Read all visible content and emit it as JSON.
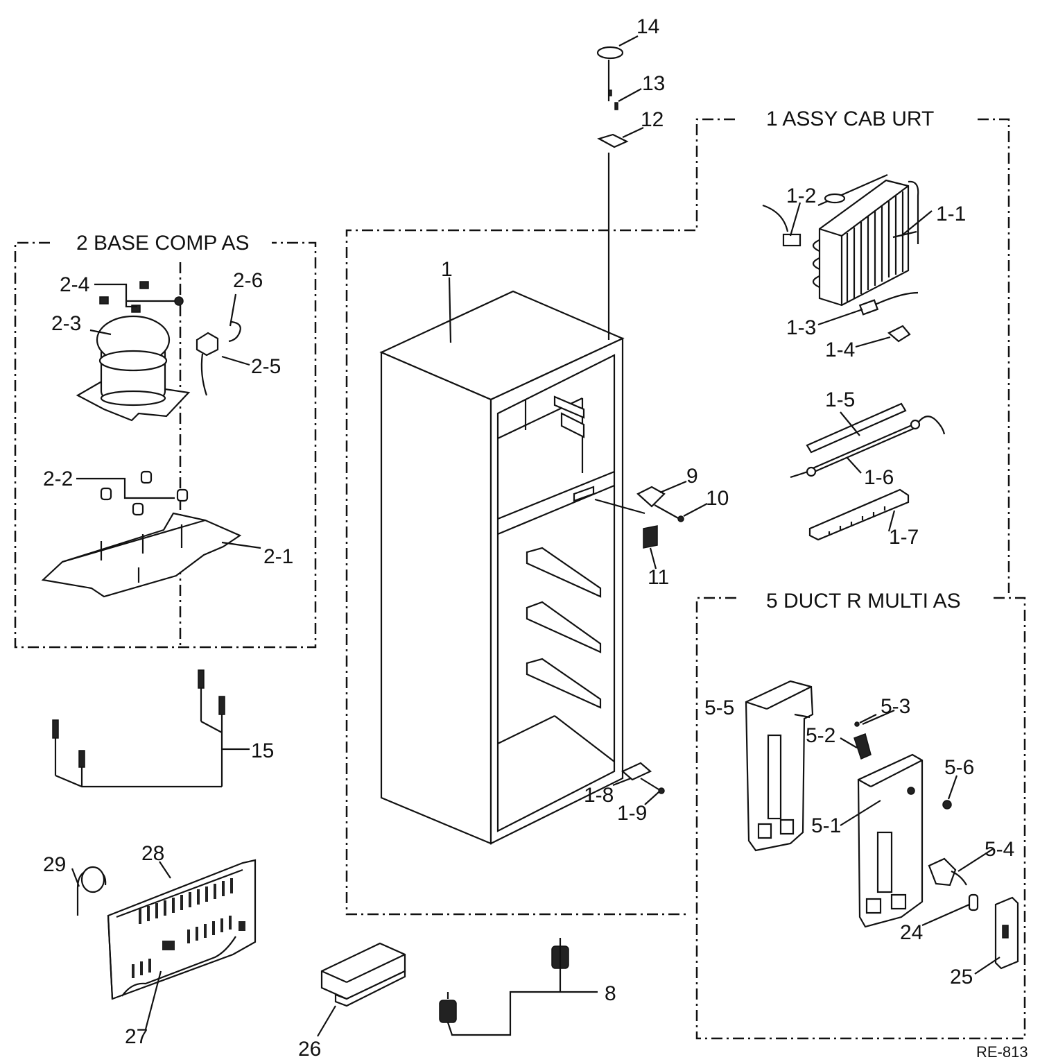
{
  "groups": {
    "cab": "1 ASSY CAB URT",
    "base": "2 BASE COMP AS",
    "duct": "5 DUCT R MULTI AS"
  },
  "labels": {
    "p1": "1",
    "p1_1": "1-1",
    "p1_2": "1-2",
    "p1_3": "1-3",
    "p1_4": "1-4",
    "p1_5": "1-5",
    "p1_6": "1-6",
    "p1_7": "1-7",
    "p1_8": "1-8",
    "p1_9": "1-9",
    "p2_1": "2-1",
    "p2_2": "2-2",
    "p2_3": "2-3",
    "p2_4": "2-4",
    "p2_5": "2-5",
    "p2_6": "2-6",
    "p5_1": "5-1",
    "p5_2": "5-2",
    "p5_3": "5-3",
    "p5_4": "5-4",
    "p5_5": "5-5",
    "p5_6": "5-6",
    "p8": "8",
    "p9": "9",
    "p10": "10",
    "p11": "11",
    "p12": "12",
    "p13": "13",
    "p14": "14",
    "p15": "15",
    "p24": "24",
    "p25": "25",
    "p26": "26",
    "p27": "27",
    "p28": "28",
    "p29": "29"
  },
  "reference": "RE-813"
}
